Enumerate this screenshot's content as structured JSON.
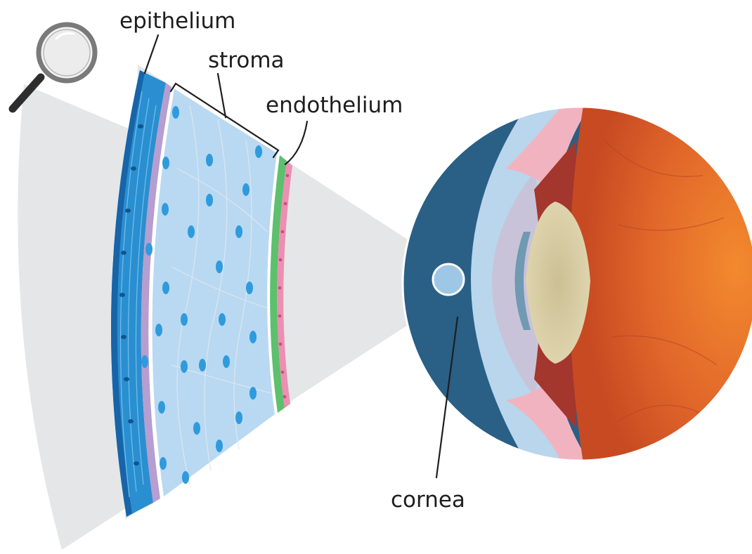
{
  "labels": {
    "epithelium": "epithelium",
    "stroma": "stroma",
    "endothelium": "endothelium",
    "cornea": "cornea"
  },
  "icons": {
    "magnifier": "magnifying-glass-icon"
  },
  "colors": {
    "background": "#ffffff",
    "zoom_wedge": "#e5e6e7",
    "epithelium": "#2a8fd0",
    "epithelium_dark": "#1764a8",
    "bowman_layer": "#b69ed0",
    "stroma": "#b9d8f2",
    "stroma_nuclei": "#2f9bdc",
    "descemet_membrane": "#5cc06c",
    "endothelium": "#ec8fb2",
    "sclera": "#2a5f86",
    "cornea": "#b9d6ec",
    "iris": "#f2b3c0",
    "lens": "#d6c9a0",
    "retina": "#ef7a28",
    "label_text": "#1e1e1e"
  }
}
